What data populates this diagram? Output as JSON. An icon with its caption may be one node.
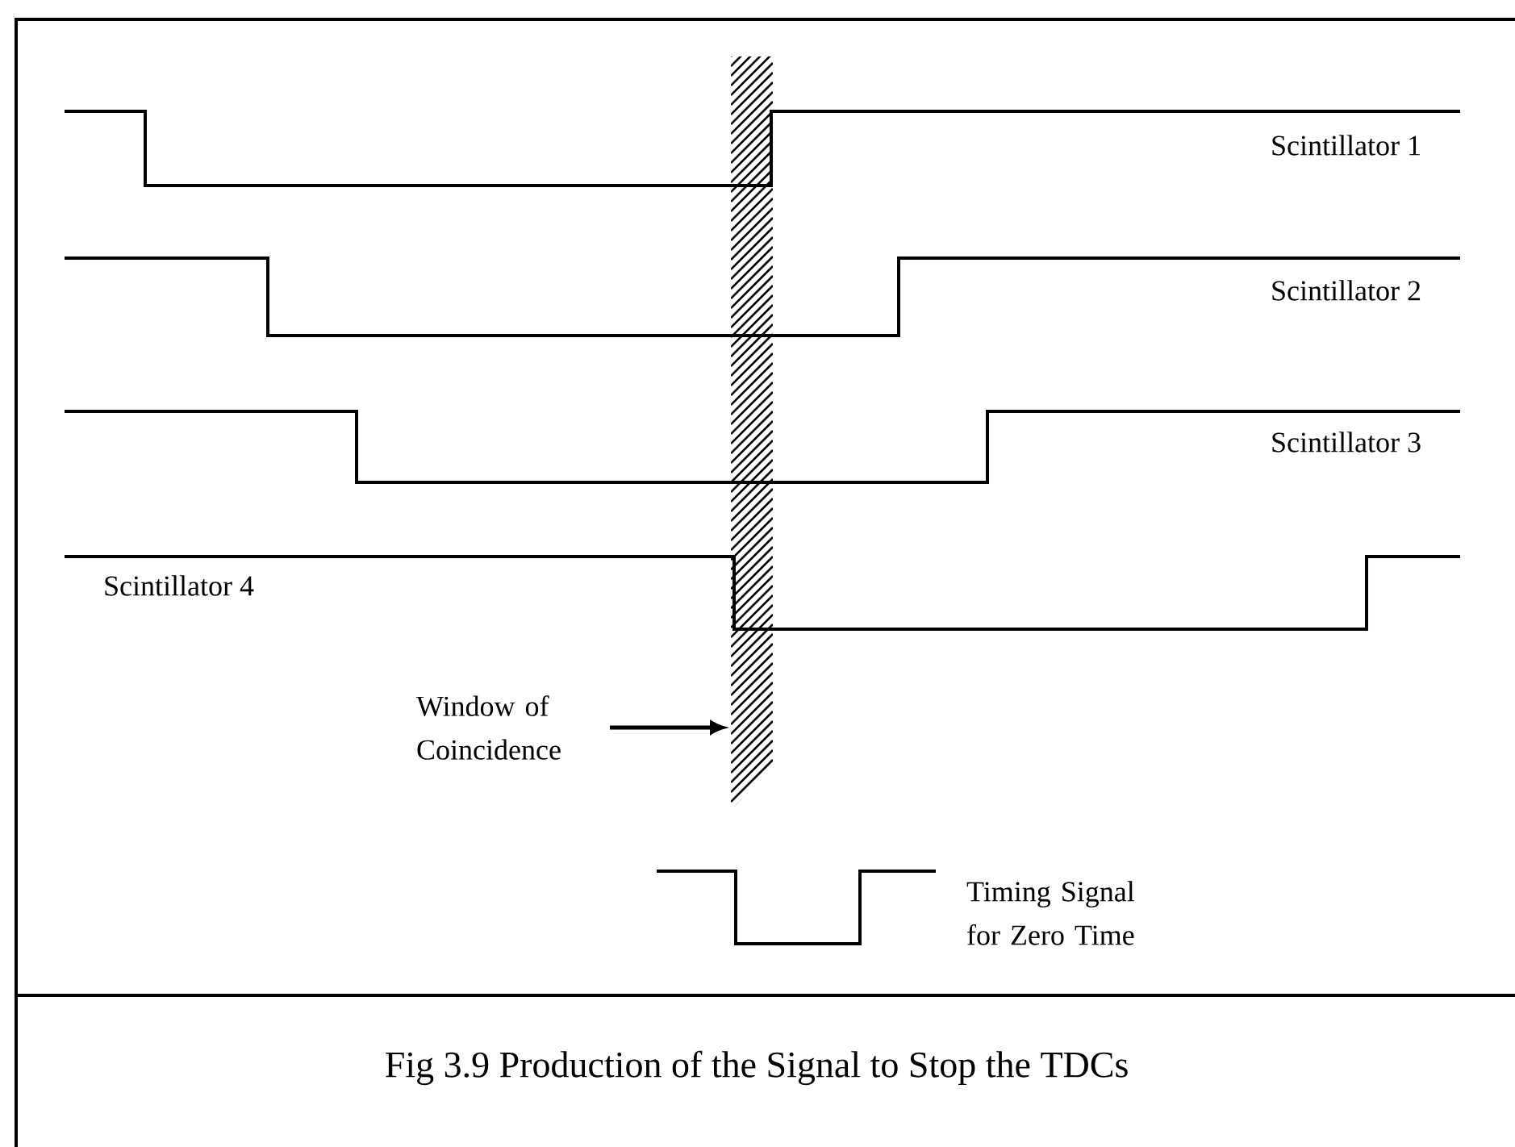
{
  "diagram": {
    "caption": "Fig 3.9 Production of the Signal to Stop the TDCs",
    "nodes": [
      {
        "text": [
          "Window of Coincidence"
        ]
      },
      {
        "text": [],
        "shape": "bar"
      }
    ],
    "edges": [
      {
        "from": 0,
        "to": 1,
        "arrow": "to"
      }
    ],
    "labels": [
      "Scintillator 1",
      "Scintillator 2",
      "Scintillator 3",
      "Scintillator 4",
      "Timing Signal for Zero Time"
    ]
  }
}
